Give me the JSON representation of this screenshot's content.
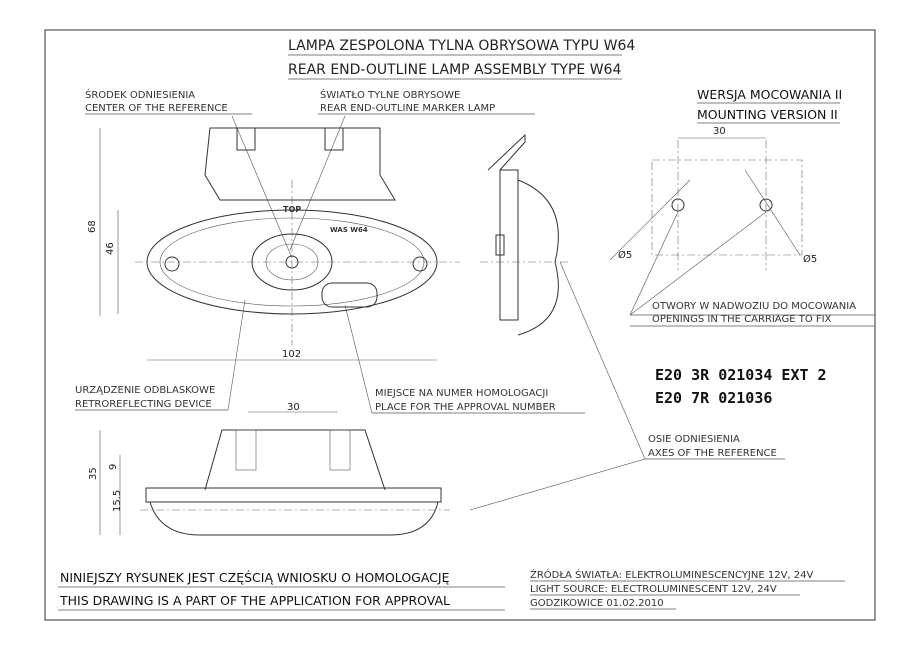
{
  "title": {
    "pl": "LAMPA ZESPOLONA TYLNA OBRYSOWA TYPU W64",
    "en": "REAR END-OUTLINE LAMP ASSEMBLY TYPE W64"
  },
  "labels": {
    "center_ref_pl": "ŚRODEK ODNIESIENIA",
    "center_ref_en": "CENTER OF THE REFERENCE",
    "marker_lamp_pl": "ŚWIATŁO TYLNE OBRYSOWE",
    "marker_lamp_en": "REAR END-OUTLINE MARKER LAMP",
    "mounting_pl": "WERSJA MOCOWANIA II",
    "mounting_en": "MOUNTING VERSION II",
    "openings_pl": "OTWORY W NADWOZIU DO MOCOWANIA",
    "openings_en": "OPENINGS IN THE CARRIAGE TO FIX",
    "retro_pl": "URZĄDZENIE ODBLASKOWE",
    "retro_en": "RETROREFLECTING DEVICE",
    "approval_place_pl": "MIEJSCE NA NUMER HOMOLOGACJI",
    "approval_place_en": "PLACE FOR THE APPROVAL NUMBER",
    "axes_pl": "OSIE ODNIESIENIA",
    "axes_en": "AXES OF THE REFERENCE",
    "lamp_top": "TOP",
    "lamp_mark": "WAS W64"
  },
  "approval_codes": [
    "E20 3R 021034 EXT 2",
    "E20 7R 021036"
  ],
  "dimensions": {
    "height_total": "68",
    "height_lens": "46",
    "width": "102",
    "hole_spacing_top": "30",
    "hole_spacing_bottom": "30",
    "hole_dia_left": "Ø5",
    "hole_dia_right": "Ø5",
    "side_height": "35",
    "side_9": "9",
    "side_15_5": "15.5"
  },
  "footer": {
    "note_pl": "NINIEJSZY RYSUNEK JEST CZĘŚCIĄ WNIOSKU O  HOMOLOGACJĘ",
    "note_en": "THIS DRAWING IS A PART OF THE APPLICATION FOR  APPROVAL",
    "source_pl": "ŹRÓDŁA ŚWIATŁA: ELEKTROLUMINESCENCYJNE  12V, 24V",
    "source_en": "LIGHT SOURCE: ELECTROLUMINESCENT  12V, 24V",
    "place_date": "GODZIKOWICE 01.02.2010"
  }
}
